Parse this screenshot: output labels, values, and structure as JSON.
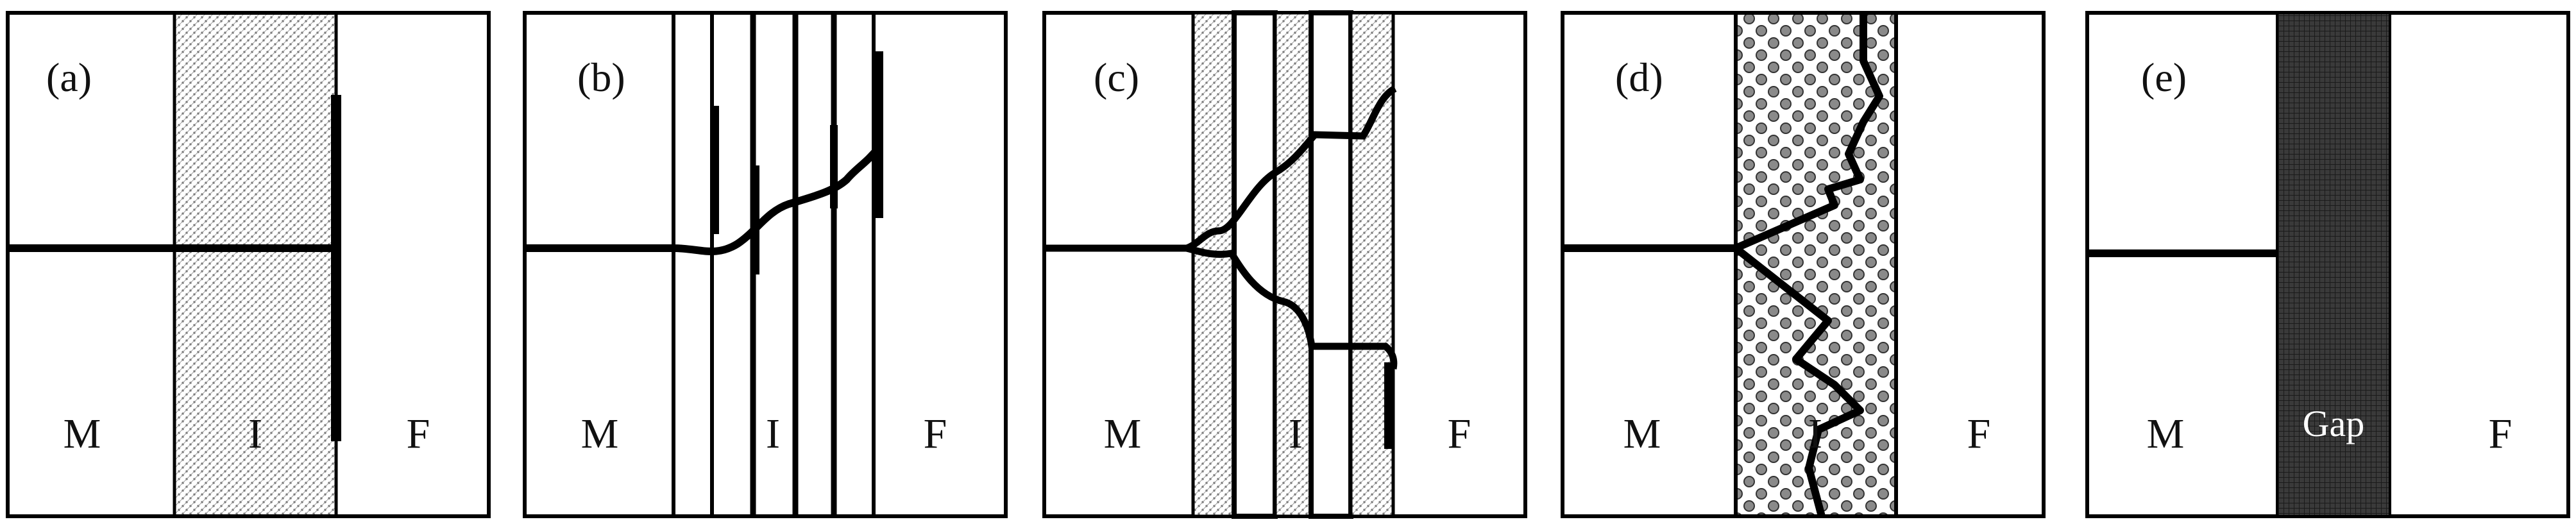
{
  "panels": [
    {
      "label": "(a)",
      "left": "M",
      "middle": "I",
      "right": "F"
    },
    {
      "label": "(b)",
      "left": "M",
      "middle": "I",
      "right": "F"
    },
    {
      "label": "(c)",
      "left": "M",
      "middle": "I",
      "right": "F"
    },
    {
      "label": "(d)",
      "left": "M",
      "middle": "I",
      "right": "F"
    },
    {
      "label": "(e)",
      "left": "M",
      "middle": "Gap",
      "right": "F"
    }
  ]
}
